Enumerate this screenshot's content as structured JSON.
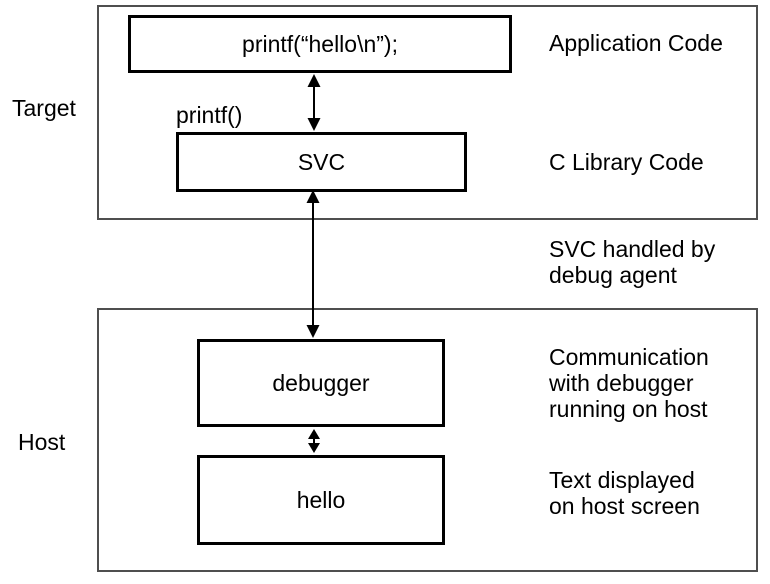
{
  "diagram": {
    "target": {
      "label": "Target",
      "printf_box": "printf(“hello\\n”);",
      "printf_fn": "printf()",
      "svc_box": "SVC"
    },
    "host": {
      "label": "Host",
      "debugger_box": "debugger",
      "hello_box": "hello"
    },
    "annotations": {
      "application": "Application Code",
      "library": "C Library Code",
      "svc_handled": "SVC handled by\ndebug agent",
      "communication": "Communication\nwith debugger\nrunning on host",
      "text_displayed": "Text displayed\non host screen"
    },
    "icons": {
      "double_arrow": "↕"
    },
    "colors": {
      "background": "#ffffff",
      "outer_border": "#4f4f4f",
      "inner_border": "#000000",
      "text": "#000000"
    }
  }
}
